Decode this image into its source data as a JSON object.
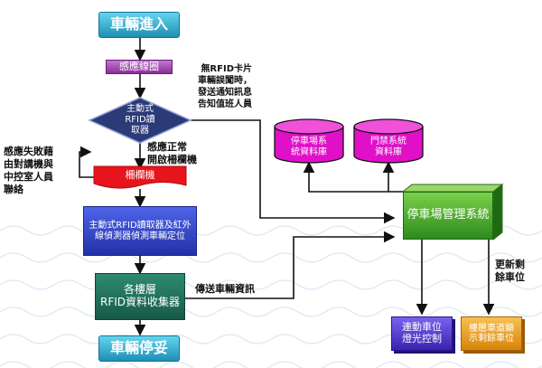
{
  "nodes": {
    "vehicle_enter": "車輛進入",
    "induction_loop": "感應線圈",
    "rfid_reader": [
      "主動式",
      "RFID讀",
      "取器"
    ],
    "barrier": "柵欄機",
    "position_detect": [
      "主動式RFID讀取器及紅外",
      "線偵測器偵測車輛定位"
    ],
    "floor_collector": [
      "各樓層",
      "RFID資料收集器"
    ],
    "vehicle_parked": "車輛停妥",
    "mgmt_system": "停車場管理系統",
    "parking_db": [
      "停車場系",
      "統資料庫"
    ],
    "access_db": [
      "門禁系統",
      "資料庫"
    ],
    "linked_lights": [
      "連動車位",
      "燈光控制"
    ],
    "floor_display": [
      "樓層車道顯",
      "示剩餘車位"
    ]
  },
  "labels": {
    "no_rfid": [
      "無RFID卡片",
      "車輛誤闖時，",
      "發送通知訊息",
      "告知值班人員"
    ],
    "sense_ok": [
      "感應正常",
      "開啟柵欄機"
    ],
    "sense_fail": [
      "感應失敗藉",
      "由對講機與",
      "中控室人員",
      "聯絡"
    ],
    "send_info": "傳送車輛資訊",
    "update_spaces": [
      "更新剩",
      "餘車位"
    ]
  },
  "colors": {
    "teal": "#2a9fc0",
    "purple": "#9b3ca8",
    "navy": "#2b3b78",
    "red": "#e8141c",
    "blue": "#2f3fbf",
    "dark_green": "#1f6d5a",
    "green": "#3aa32c",
    "magenta": "#e010c8",
    "violet": "#4a2ec8",
    "orange": "#e89a14"
  }
}
